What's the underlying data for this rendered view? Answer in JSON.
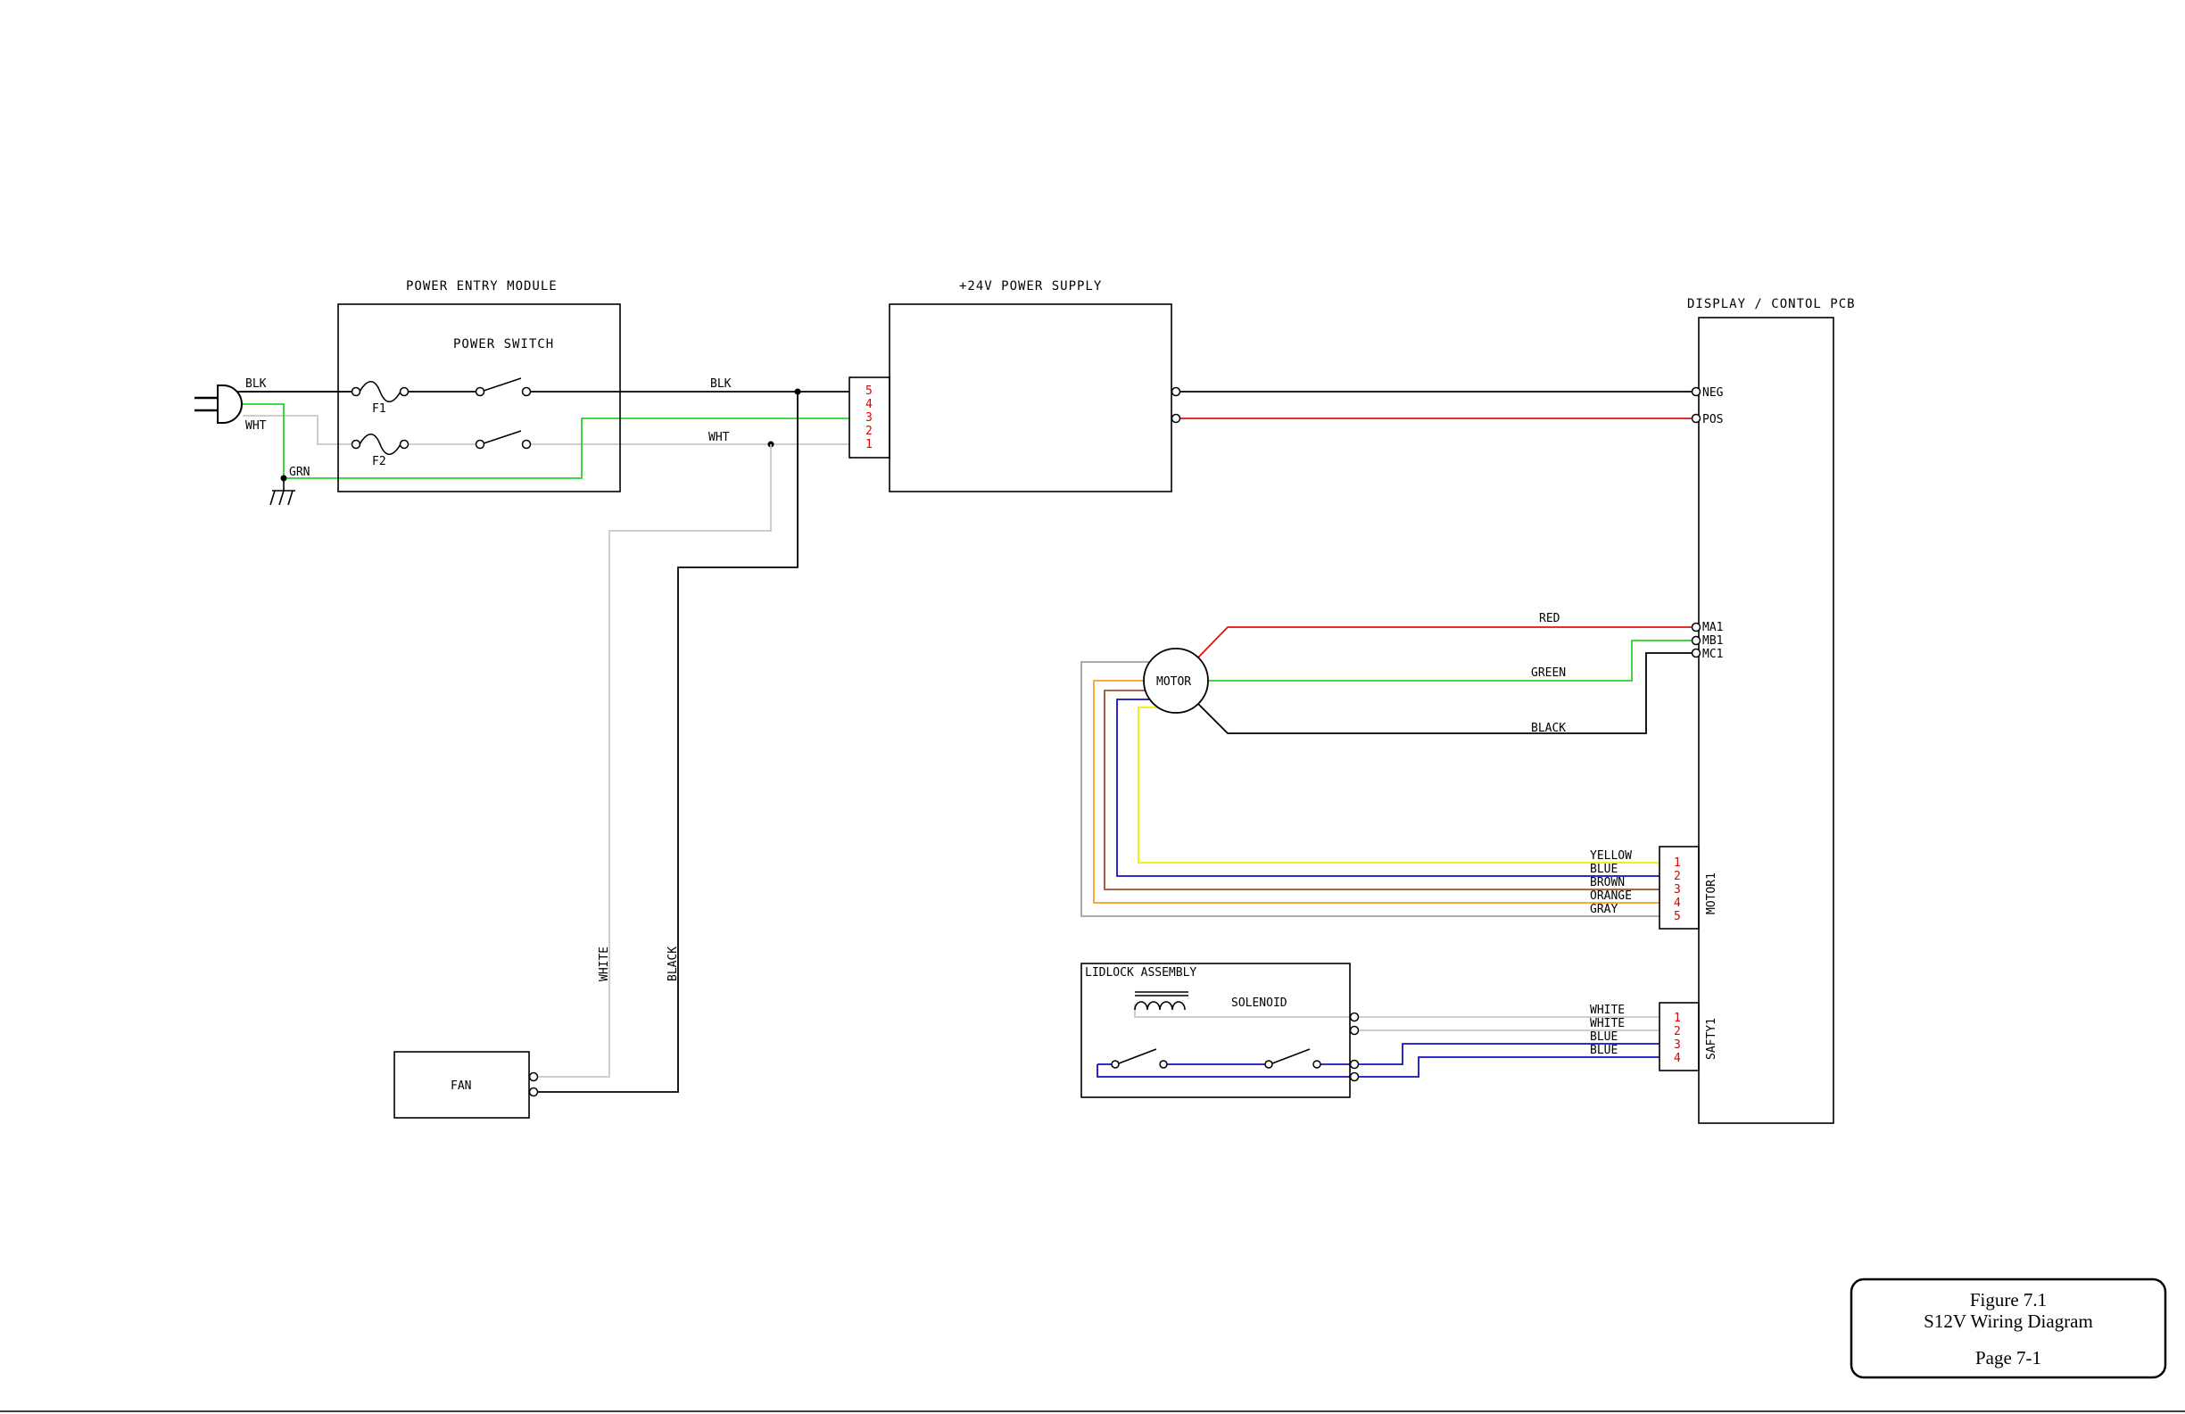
{
  "modules": {
    "power_entry": "POWER ENTRY MODULE",
    "power_switch": "POWER SWITCH",
    "power_supply": "+24V POWER SUPPLY",
    "pcb": "DISPLAY / CONTOL PCB",
    "fan": "FAN",
    "motor": "MOTOR",
    "lidlock": "LIDLOCK ASSEMBLY",
    "solenoid": "SOLENOID"
  },
  "plug": {
    "blk": "BLK",
    "wht": "WHT",
    "grn": "GRN"
  },
  "fuses": {
    "f1": "F1",
    "f2": "F2"
  },
  "wires": {
    "blk": "BLK",
    "wht": "WHT",
    "fan_white": "WHITE",
    "fan_black": "BLACK",
    "motor_red": "RED",
    "motor_green": "GREEN",
    "motor_black": "BLACK"
  },
  "psu_connector_pins": [
    "5",
    "4",
    "3",
    "2",
    "1"
  ],
  "pcb_terminals": {
    "neg": "NEG",
    "pos": "POS",
    "ma1": "MA1",
    "mb1": "MB1",
    "mc1": "MC1"
  },
  "motor1_connector": {
    "label": "MOTOR1",
    "pins": [
      "1",
      "2",
      "3",
      "4",
      "5"
    ],
    "wires": [
      "YELLOW",
      "BLUE",
      "BROWN",
      "ORANGE",
      "GRAY"
    ]
  },
  "safety_connector": {
    "label": "SAFTY1",
    "pins": [
      "1",
      "2",
      "3",
      "4"
    ],
    "wires": [
      "WHITE",
      "WHITE",
      "BLUE",
      "BLUE"
    ]
  },
  "title_block": {
    "figure": "Figure 7.1",
    "title": "S12V Wiring Diagram",
    "page": "Page 7-1"
  },
  "wire_colors": {
    "black": "#000000",
    "white": "#c8c8c8",
    "green": "#2bd02b",
    "red": "#e01010",
    "yellow": "#f0f000",
    "blue": "#1010c0",
    "brown": "#a0522d",
    "orange": "#ff9a20",
    "gray": "#a0a0a0"
  }
}
